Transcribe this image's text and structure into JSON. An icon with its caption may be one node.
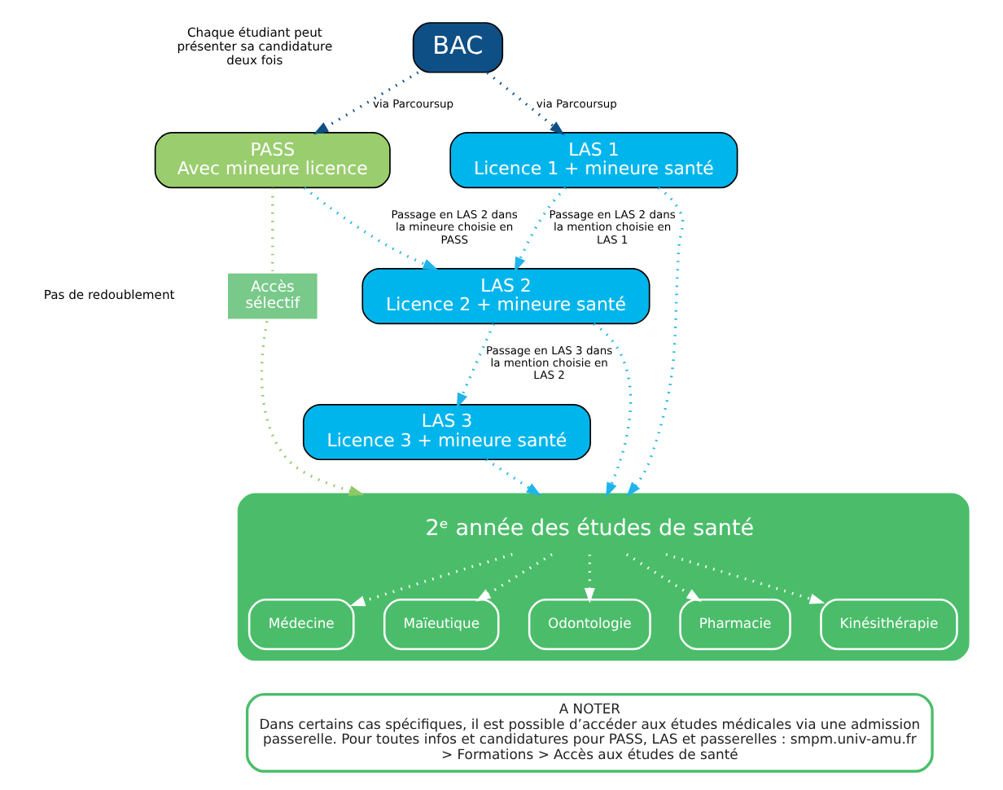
{
  "diagram": {
    "nodes": [
      {
        "text": [
          "BAC"
        ]
      },
      {
        "text": [
          "PASS",
          "Avec mineure licence"
        ]
      },
      {
        "text": [
          "LAS 1",
          "Licence 1 + mineure santé"
        ]
      },
      {
        "text": [
          "LAS 2",
          "Licence 2 + mineure santé"
        ]
      },
      {
        "text": [
          "LAS 3",
          "Licence 3 + mineure santé"
        ]
      },
      {
        "text": [
          "Accès sélectif"
        ]
      },
      {
        "text": [
          "2ᵉ année des études de santé"
        ]
      },
      {
        "text": [
          "Médecine"
        ],
        "in": 6
      },
      {
        "text": [
          "Maïeutique"
        ],
        "in": 6
      },
      {
        "text": [
          "Odontologie"
        ],
        "in": 6
      },
      {
        "text": [
          "Pharmacie"
        ],
        "in": 6
      },
      {
        "text": [
          "Kinésithérapie"
        ],
        "in": 6
      },
      {
        "text": [
          "A NOTER",
          "Dans certains cas spécifiques, il est possible d’accéder aux études médicales via une admission passerelle. Pour toutes infos et candidatures pour PASS, LAS et passerelles : smpm.univ-amu.fr > Formations > Accès aux études de santé"
        ]
      }
    ],
    "edges": [
      {
        "from": 0,
        "to": 1,
        "arrow": "to",
        "label": "via Parcoursup",
        "color": "#0e4f86"
      },
      {
        "from": 0,
        "to": 2,
        "arrow": "to",
        "label": "via Parcoursup",
        "color": "#0e4f86"
      },
      {
        "from": 1,
        "to": 5,
        "arrow": "none",
        "color": "#8cc964"
      },
      {
        "from": 5,
        "to": 6,
        "arrow": "to",
        "color": "#8cc964"
      },
      {
        "from": 1,
        "to": 3,
        "arrow": "to",
        "label": "Passage en LAS 2 dans la mineure choisie en PASS"
      },
      {
        "from": 2,
        "to": 3,
        "arrow": "to",
        "label": "Passage en LAS 2 dans la mention choisie en LAS 1"
      },
      {
        "from": 3,
        "to": 4,
        "arrow": "to",
        "label": "Passage en LAS 3 dans la mention choisie en LAS 2"
      },
      {
        "from": 2,
        "to": 6,
        "arrow": "to"
      },
      {
        "from": 3,
        "to": 6,
        "arrow": "to"
      },
      {
        "from": 4,
        "to": 6,
        "arrow": "to"
      },
      {
        "from": 6,
        "to": 7,
        "arrow": "to",
        "color": "#ffffff"
      },
      {
        "from": 6,
        "to": 8,
        "arrow": "to",
        "color": "#ffffff"
      },
      {
        "from": 6,
        "to": 9,
        "arrow": "to",
        "color": "#ffffff"
      },
      {
        "from": 6,
        "to": 10,
        "arrow": "to",
        "color": "#ffffff"
      },
      {
        "from": 6,
        "to": 11,
        "arrow": "to",
        "color": "#ffffff"
      }
    ],
    "labels": [
      "Chaque étudiant peut présenter sa candidature deux fois",
      "Pas de redoublement"
    ]
  }
}
